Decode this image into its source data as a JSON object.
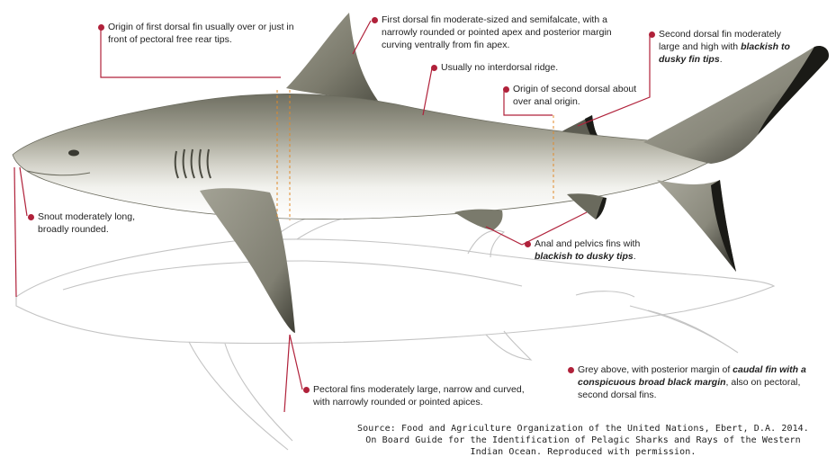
{
  "accent_color": "#b0213a",
  "annotations": {
    "dorsal_origin": "Origin of first dorsal fin usually over or just in front of pectoral free rear tips.",
    "first_dorsal": "First dorsal fin moderate-sized and semifalcate, with a narrowly rounded or pointed apex and posterior margin curving ventrally from fin apex.",
    "interdorsal": "Usually no interdorsal ridge.",
    "second_dorsal_origin": "Origin of second dorsal about over anal origin.",
    "second_dorsal_pre": "Second dorsal fin moderately large and high with ",
    "second_dorsal_em": "blackish to dusky fin tips",
    "second_dorsal_post": ".",
    "snout": "Snout moderately long, broadly rounded.",
    "anal_pre": "Anal and pelvics fins with ",
    "anal_em": "blackish to dusky tips",
    "anal_post": ".",
    "pectoral": "Pectoral fins moderately large, narrow and curved, with narrowly rounded or pointed apices.",
    "grey_pre": "Grey above, with posterior margin of ",
    "grey_em": "caudal fin with a conspicuous broad black margin",
    "grey_post": ", also on pectoral, second dorsal fins."
  },
  "source_text": "Source: Food and Agriculture Organization of the United Nations, Ebert, D.A. 2014. On Board Guide for the Identification of Pelagic Sharks and Rays of the Western Indian Ocean. Reproduced with permission."
}
